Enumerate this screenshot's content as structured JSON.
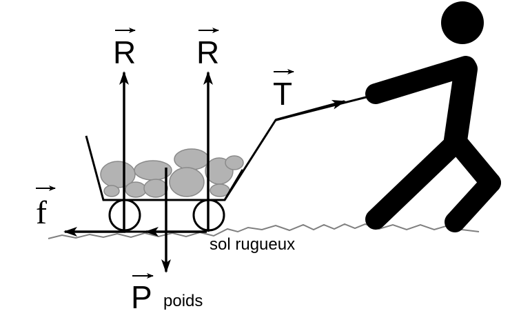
{
  "labels": {
    "reaction_left": "R",
    "reaction_right": "R",
    "tension": "T",
    "friction": "f",
    "weight": "P",
    "weight_caption": "poids",
    "ground_caption": "sol rugueux"
  },
  "colors": {
    "ink": "#000000",
    "stone_fill": "#b3b3b3",
    "stone_stroke": "#8a8a8a",
    "ground": "#7f7f7f",
    "background": "#ffffff"
  }
}
